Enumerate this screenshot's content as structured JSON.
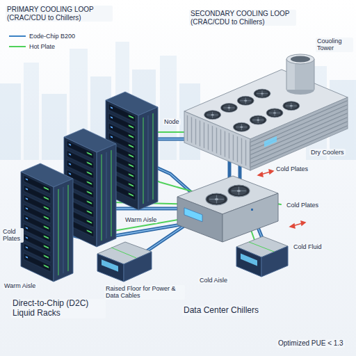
{
  "diagram": {
    "labels": [
      "PRIMARY COOLING LOOP (CRAC/CDU to Chillers)",
      "SECONDARY COOLING LOOP (CRAC/CDU to Chillers)",
      "Couoling Tower",
      "Node",
      "Dry Coolers",
      "Cold Plates",
      "Warm Aisle",
      "Cold Plates",
      "Cold Fluid",
      "Cold Plates",
      "Warm Aisle",
      "Raised Floor for Power & Data Cables",
      "Cold Aisle",
      "Direct-to-Chip (D2C) Liquid Racks",
      "Data Center Chillers",
      "Optimized PUE < 1.3"
    ],
    "legend": [
      {
        "text": "Eode-Chip B200"
      },
      {
        "text": "Hot Plate"
      }
    ]
  }
}
